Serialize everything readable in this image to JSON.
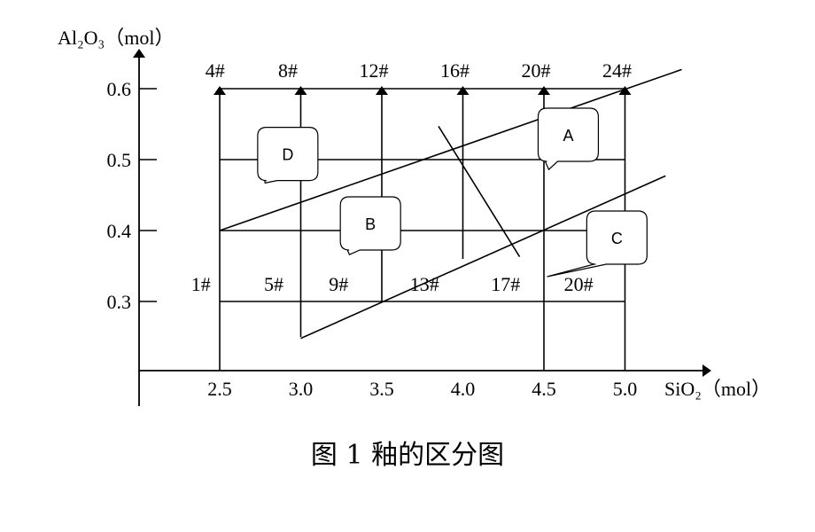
{
  "chart_data": {
    "type": "scatter",
    "title": "图 1 釉的区分图",
    "xlabel": "SiO₂（mol）",
    "ylabel": "Al₂O₃（mol）",
    "xlim": [
      2.0,
      5.5
    ],
    "ylim": [
      0.2,
      0.64
    ],
    "x_ticks": [
      "2.5",
      "3.0",
      "3.5",
      "4.0",
      "4.5",
      "5.0"
    ],
    "x_tick_values": [
      2.5,
      3.0,
      3.5,
      4.0,
      4.5,
      5.0
    ],
    "y_ticks": [
      "0.6",
      "0.5",
      "0.4",
      "0.3"
    ],
    "y_tick_values": [
      0.6,
      0.5,
      0.4,
      0.3
    ],
    "grid": true,
    "top_labels": [
      {
        "text": "4#",
        "x": 2.4
      },
      {
        "text": "8#",
        "x": 2.85
      },
      {
        "text": "12#",
        "x": 3.35
      },
      {
        "text": "16#",
        "x": 3.85
      },
      {
        "text": "20#",
        "x": 4.35
      },
      {
        "text": "24#",
        "x": 4.85
      }
    ],
    "bottom_labels": [
      {
        "text": "1#",
        "x": 2.4
      },
      {
        "text": "5#",
        "x": 2.85
      },
      {
        "text": "9#",
        "x": 3.25
      },
      {
        "text": "13#",
        "x": 3.75
      },
      {
        "text": "17#",
        "x": 4.25
      },
      {
        "text": "20#",
        "x": 4.7
      }
    ],
    "vertical_arrows": [
      {
        "x": 2.5,
        "y_from": 0.2,
        "y_to": 0.6
      },
      {
        "x": 3.0,
        "y_from": 0.25,
        "y_to": 0.6
      },
      {
        "x": 3.5,
        "y_from": 0.3,
        "y_to": 0.6
      },
      {
        "x": 4.0,
        "y_from": 0.36,
        "y_to": 0.6
      },
      {
        "x": 4.5,
        "y_from": 0.2,
        "y_to": 0.6
      },
      {
        "x": 5.0,
        "y_from": 0.2,
        "y_to": 0.6
      }
    ],
    "boundary_lines": [
      {
        "name": "upper",
        "x1": 2.5,
        "y1": 0.4,
        "x2": 5.35,
        "y2": 0.627
      },
      {
        "name": "lower",
        "x1": 3.0,
        "y1": 0.248,
        "x2": 5.25,
        "y2": 0.477
      },
      {
        "name": "cross",
        "x1": 3.85,
        "y1": 0.547,
        "x2": 4.35,
        "y2": 0.363
      }
    ],
    "regions": [
      {
        "label": "D",
        "x": 2.92,
        "y": 0.508,
        "tail_x": 2.78,
        "tail_y": 0.467
      },
      {
        "label": "A",
        "x": 4.65,
        "y": 0.535,
        "tail_x": 4.53,
        "tail_y": 0.486
      },
      {
        "label": "B",
        "x": 3.43,
        "y": 0.41,
        "tail_x": 3.3,
        "tail_y": 0.366
      },
      {
        "label": "C",
        "x": 4.95,
        "y": 0.39,
        "tail_x": 4.52,
        "tail_y": 0.335
      }
    ]
  }
}
